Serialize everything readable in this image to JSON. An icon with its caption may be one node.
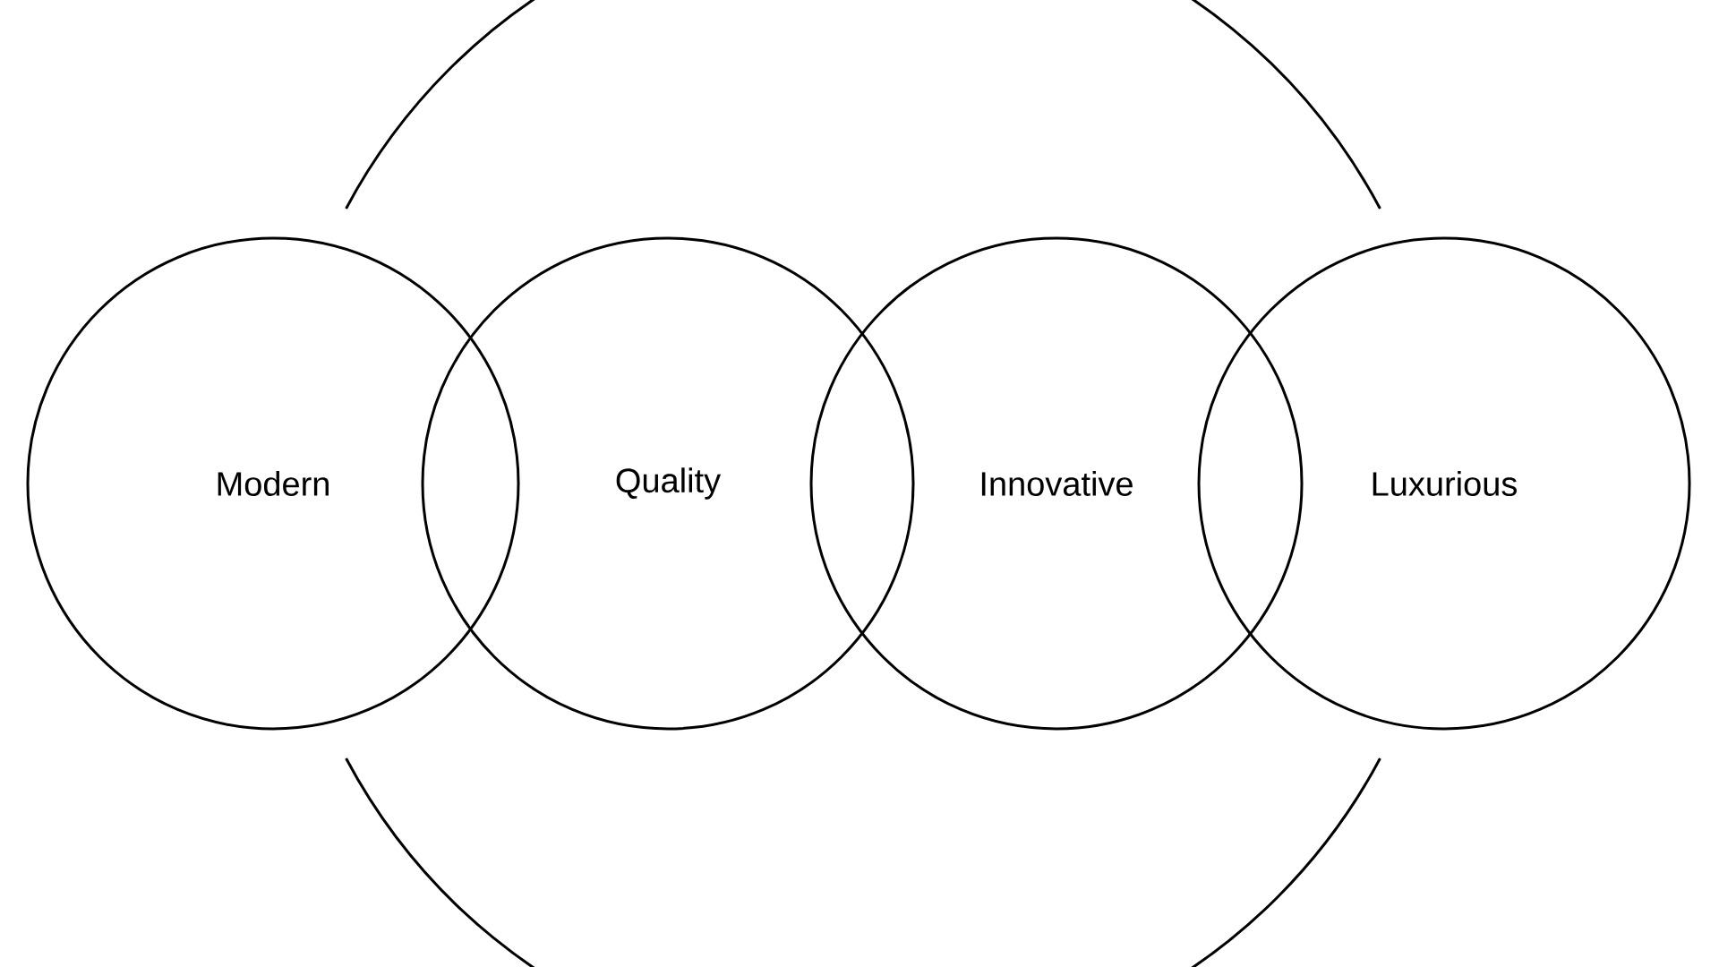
{
  "diagram": {
    "nodes": [
      {
        "text": [
          "Modern"
        ]
      },
      {
        "text": [
          "Quality"
        ]
      },
      {
        "text": [
          "Innovative"
        ]
      },
      {
        "text": [
          "Luxurious"
        ]
      }
    ]
  }
}
